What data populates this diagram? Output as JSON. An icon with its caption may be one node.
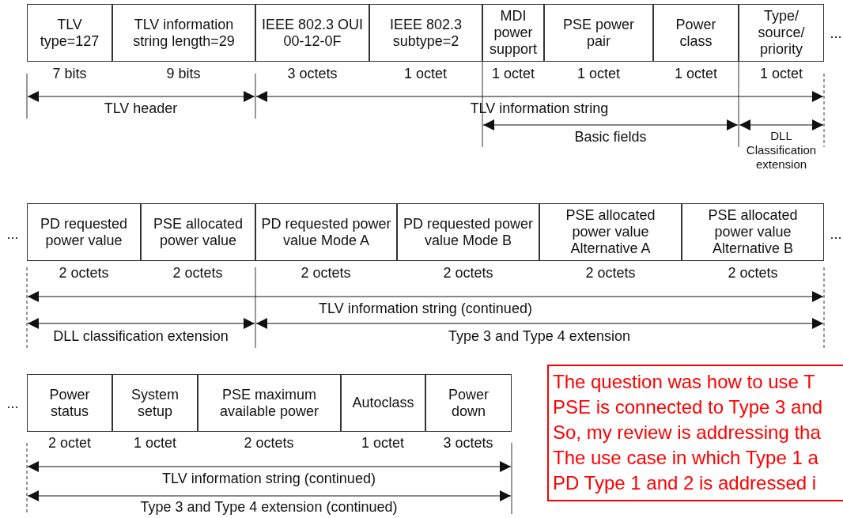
{
  "diagram": {
    "nodes": [
      {
        "text": [
          "TLV type=127"
        ]
      },
      {
        "text": [
          "TLV information string length=29"
        ]
      },
      {
        "text": [
          "IEEE 802.3 OUI 00-12-0F"
        ]
      },
      {
        "text": [
          "IEEE 802.3 subtype=2"
        ]
      },
      {
        "text": [
          "MDI power support"
        ]
      },
      {
        "text": [
          "PSE power pair"
        ]
      },
      {
        "text": [
          "Power class"
        ]
      },
      {
        "text": [
          "Type/ source/ priority"
        ]
      },
      {
        "text": [
          "PD requested power value"
        ]
      },
      {
        "text": [
          "PSE allocated power value"
        ]
      },
      {
        "text": [
          "PD requested power value Mode A"
        ]
      },
      {
        "text": [
          "PD requested power value Mode B"
        ]
      },
      {
        "text": [
          "PSE allocated power value Alternative A"
        ]
      },
      {
        "text": [
          "PSE allocated power value Alternative B"
        ]
      },
      {
        "text": [
          "Power status"
        ]
      },
      {
        "text": [
          "System setup"
        ]
      },
      {
        "text": [
          "PSE maximum available power"
        ]
      },
      {
        "text": [
          "Autoclass"
        ]
      },
      {
        "text": [
          "Power down"
        ]
      },
      {
        "text": [
          "The question was how to use T",
          "PSE is connected to Type 3 and",
          "So, my review is addressing tha",
          "The use case in which Type 1 a",
          "PD Type 1 and 2 is addressed i"
        ]
      }
    ],
    "labels": [
      "...",
      "7 bits",
      "9 bits",
      "3 octets",
      "1 octet",
      "1 octet",
      "1 octet",
      "1 octet",
      "1 octet",
      "TLV header",
      "TLV information string",
      "Basic fields",
      "DLL Classification extension",
      "...",
      "...",
      "2 octets",
      "2 octets",
      "2 octets",
      "2 octets",
      "2 octets",
      "2 octets",
      "TLV information string (continued)",
      "DLL classification extension",
      "Type 3 and Type 4 extension",
      "...",
      "2 octet",
      "1 octet",
      "2 octets",
      "1 octet",
      "3 octets",
      "TLV information string (continued)",
      "Type 3 and Type 4 extension (continued)"
    ]
  }
}
